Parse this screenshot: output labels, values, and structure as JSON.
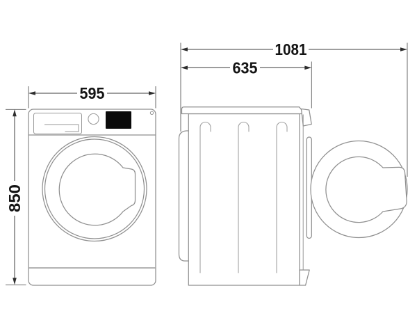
{
  "dimensions": {
    "width_mm": "595",
    "height_mm": "850",
    "depth_mm": "635",
    "depth_door_open_mm": "1081"
  },
  "colors": {
    "background": "#ffffff",
    "machine_outline": "#8f8f8f",
    "dimension_lines": "#3c3c3c",
    "dimension_text": "#141414",
    "display_panel": "#0a0a0a"
  }
}
